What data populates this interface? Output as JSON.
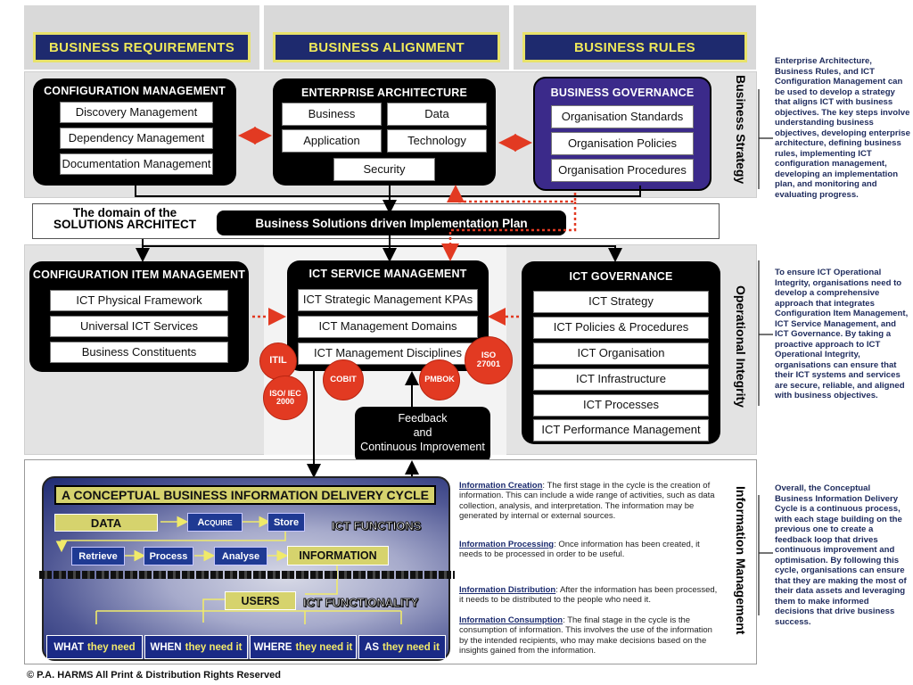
{
  "headers": [
    "BUSINESS REQUIREMENTS",
    "BUSINESS ALIGNMENT",
    "BUSINESS RULES"
  ],
  "config_mgmt": {
    "title": "CONFIGURATION MANAGEMENT",
    "items": [
      "Discovery Management",
      "Dependency Management",
      "Documentation Management"
    ]
  },
  "enterprise_arch": {
    "title": "ENTERPRISE ARCHITECTURE",
    "items": [
      "Business",
      "Data",
      "Application",
      "Technology",
      "Security"
    ]
  },
  "business_gov": {
    "title": "BUSINESS GOVERNANCE",
    "items": [
      "Organisation Standards",
      "Organisation Policies",
      "Organisation Procedures"
    ]
  },
  "domain": {
    "line1": "The domain of the",
    "line2": "SOLUTIONS ARCHITECT"
  },
  "plan_label": "Business Solutions driven Implementation Plan",
  "ci_mgmt": {
    "title": "CONFIGURATION ITEM MANAGEMENT",
    "items": [
      "ICT Physical Framework",
      "Universal ICT Services",
      "Business Constituents"
    ]
  },
  "ict_service": {
    "title": "ICT SERVICE MANAGEMENT",
    "items": [
      "ICT Strategic Management KPAs",
      "ICT Management Domains",
      "ICT Management Disciplines"
    ]
  },
  "ict_gov": {
    "title": "ICT GOVERNANCE",
    "items": [
      "ICT Strategy",
      "ICT Policies & Procedures",
      "ICT Organisation",
      "ICT Infrastructure",
      "ICT Processes",
      "ICT Performance Management"
    ]
  },
  "badges": {
    "itil": "ITIL",
    "iso_iec": "ISO/ IEC 2000",
    "cobit": "COBIT",
    "pmbok": "PMBOK",
    "iso27001": "ISO 27001"
  },
  "feedback": {
    "l1": "Feedback",
    "l2": "and",
    "l3": "Continuous Improvement"
  },
  "vlabels": [
    "Business Strategy",
    "Operational Integrity",
    "Information Management"
  ],
  "side_text": [
    "Enterprise Architecture, Business Rules, and ICT Configuration Management can be used to develop a strategy that aligns ICT with business objectives. The key steps involve understanding business objectives, developing enterprise architecture, defining business rules, implementing ICT configuration management, developing an implementation plan, and monitoring and evaluating progress.",
    "To ensure ICT Operational Integrity, organisations need to develop a comprehensive approach that integrates Configuration Item Management, ICT Service Management, and ICT Governance. By taking a proactive approach to ICT Operational Integrity, organisations can ensure that their ICT systems and services are secure, reliable, and aligned with business objectives.",
    "Overall, the Conceptual Business Information Delivery Cycle is a continuous process, with each stage building on the previous one to create a feedback loop that drives continuous improvement and optimisation. By following this cycle, organisations can ensure that they are making the most of their data assets and leveraging them to make informed decisions that drive business success."
  ],
  "cycle": {
    "title": "A CONCEPTUAL BUSINESS INFORMATION DELIVERY CYCLE",
    "data": "DATA",
    "acquire": "Acquire",
    "store": "Store",
    "ict_functions": "ICT FUNCTIONS",
    "retrieve": "Retrieve",
    "process": "Process",
    "analyse": "Analyse",
    "information": "INFORMATION",
    "users": "USERS",
    "ict_functionality": "ICT FUNCTIONALITY",
    "needs": [
      {
        "w": "WHAT",
        "y": "they need"
      },
      {
        "w": "WHEN",
        "y": "they need it"
      },
      {
        "w": "WHERE",
        "y": "they need it"
      },
      {
        "w": "AS",
        "y": "they need it"
      }
    ]
  },
  "info": [
    {
      "h": "Information Creation",
      "t": ": The first stage in the cycle is the creation of information. This can include a wide range of activities, such as data collection, analysis, and interpretation. The information may be generated by internal or external sources."
    },
    {
      "h": "Information Processing",
      "t": ": Once information has been created, it needs to be processed in order to be useful."
    },
    {
      "h": "Information Distribution",
      "t": ": After the information has been processed, it needs to be distributed to the people who need it."
    },
    {
      "h": "Information Consumption",
      "t": ": The final stage in the cycle is the consumption of information. This involves the use of the information by the intended recipients, who may make decisions based on the insights gained from the information."
    }
  ],
  "copyright": "© P.A. HARMS All Print & Distribution Rights Reserved",
  "colors": {
    "navy": "#1e2a6e",
    "gold": "#eee85a",
    "red": "#e23a22",
    "purple": "#3b2a8a"
  }
}
